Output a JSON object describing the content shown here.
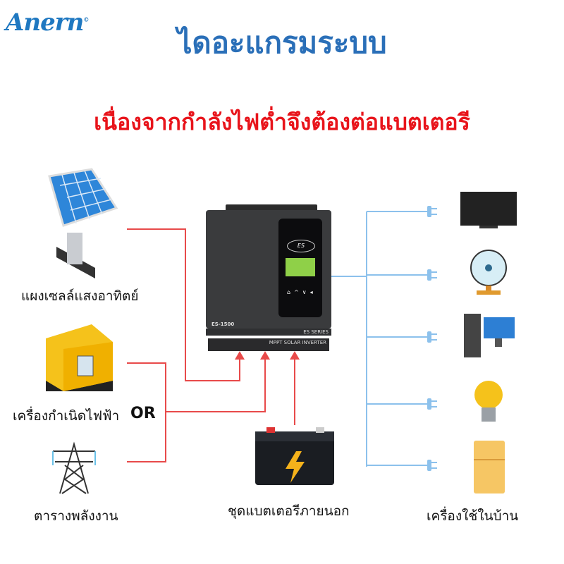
{
  "logo": "Anern",
  "title": "ไดอะแกรมระบบ",
  "subtitle": "เนื่องจากกำลังไฟต่ำจึงต้องต่อแบตเตอรี",
  "sources": [
    {
      "label": "แผงเซลล์แสงอาทิตย์",
      "icon": "solar-panel-icon"
    },
    {
      "label": "เครื่องกำเนิดไฟฟ้า",
      "icon": "generator-icon"
    },
    {
      "label": "ตารางพลังงาน",
      "icon": "power-tower-icon"
    }
  ],
  "or_label": "OR",
  "battery_label": "ชุดแบตเตอรีภายนอก",
  "loads_label": "เครื่องใช้ในบ้าน",
  "loads": [
    "tv-icon",
    "fan-icon",
    "computer-icon",
    "light-bulb-icon",
    "refrigerator-icon"
  ],
  "inverter": {
    "model": "ES-1500",
    "series": "ES SERIES",
    "type": "MPPT SOLAR INVERTER",
    "badge": "ES"
  },
  "colors": {
    "ac_line": "#e84a4a",
    "load_line": "#8cc1ec",
    "title": "#2a6fb8",
    "subtitle": "#e8141b"
  }
}
